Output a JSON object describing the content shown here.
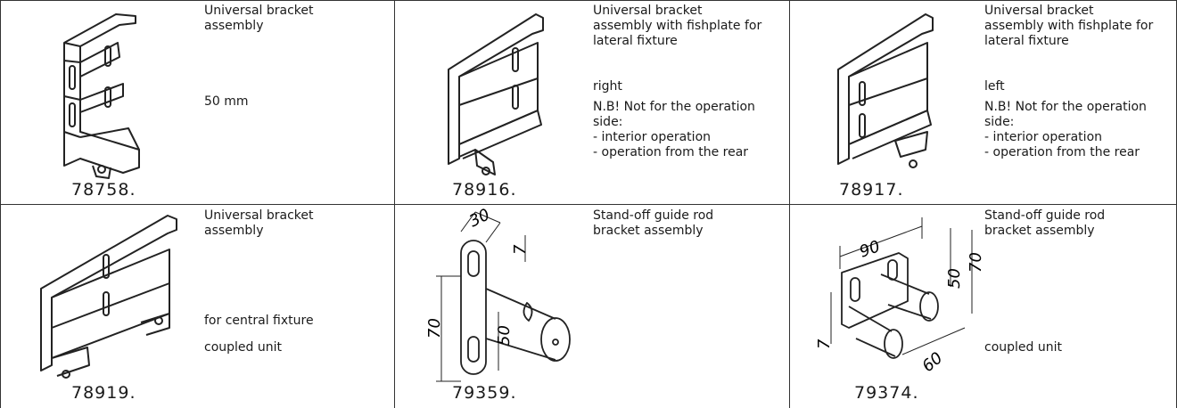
{
  "products": [
    {
      "code": "78758.",
      "title": "Universal bracket\nassembly",
      "variant": "50 mm",
      "note": ""
    },
    {
      "code": "78916.",
      "title": "Universal bracket\nassembly with fishplate for\nlateral fixture",
      "variant": "right",
      "note": "N.B! Not for the operation\nside:\n- interior operation\n- operation from the rear"
    },
    {
      "code": "78917.",
      "title": "Universal bracket\nassembly with fishplate for\nlateral fixture",
      "variant": "left",
      "note": "N.B! Not for the operation\nside:\n- interior operation\n- operation from the rear"
    },
    {
      "code": "78919.",
      "title": "Universal bracket\nassembly",
      "variant": "for central fixture",
      "note": "coupled unit"
    },
    {
      "code": "79359.",
      "title": "Stand-off guide rod\nbracket assembly",
      "variant": "",
      "note": ""
    },
    {
      "code": "79374.",
      "title": "Stand-off guide rod\nbracket assembly",
      "variant": "",
      "note": "coupled unit"
    }
  ],
  "dimensions": {
    "p79359": {
      "width": "30",
      "height": "70",
      "pin": "50",
      "slot": "7"
    },
    "p79374": {
      "width": "90",
      "height": "70",
      "pin": "50",
      "depth": "60",
      "slot": "7"
    }
  },
  "icons": [
    "bracket-drawing",
    "bracket-right-drawing",
    "bracket-left-drawing",
    "bracket-central-drawing",
    "standoff-drawing",
    "standoff-coupled-drawing"
  ]
}
